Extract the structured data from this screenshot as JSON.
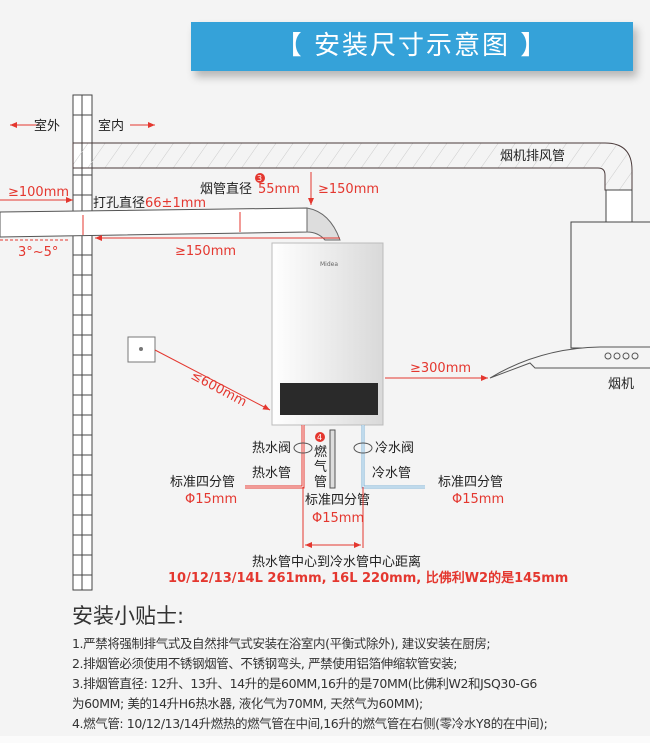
{
  "header": {
    "title": "【 安装尺寸示意图 】"
  },
  "diagram": {
    "outdoor": "室外",
    "indoor": "室内",
    "hood_duct": "烟机排风管",
    "dist_100": "≥100mm",
    "hole_label": "打孔直径",
    "hole_value": "66±1mm",
    "flue_label": "烟管直径",
    "flue_badge": "3",
    "flue_value": "55mm",
    "dist_150_top": "≥150mm",
    "dist_150_side": "≥150mm",
    "angle": "3°~5°",
    "dist_600": "≤600mm",
    "dist_300": "≥300mm",
    "hood_label": "烟机",
    "brand": "Midea",
    "hot_valve": "热水阀",
    "cold_valve": "冷水阀",
    "gas_badge": "4",
    "gas_pipe": [
      "燃",
      "气",
      "管"
    ],
    "hot_pipe": "热水管",
    "cold_pipe": "冷水管",
    "std_pipe": "标准四分管",
    "std_diam": "Φ15mm",
    "center_dist_label": "热水管中心到冷水管中心距离",
    "center_dist_value": "10/12/13/14L  261mm, 16L  220mm, 比佛利W2的是145mm"
  },
  "tips": {
    "title": "安装小贴士:",
    "items": [
      "1.严禁将强制排气式及自然排气式安装在浴室内(平衡式除外), 建议安装在厨房;",
      "2.排烟管必须使用不锈钢烟管、不锈钢弯头, 严禁使用铝箔伸缩软管安装;",
      "3.排烟管直径: 12升、13升、14升的是60MM,16升的是70MM(比佛利W2和JSQ30-G6",
      "为60MM; 美的14升H6热水器, 液化气为70MM, 天然气为60MM);",
      "4.燃气管: 10/12/13/14升燃热的燃气管在中间,16升的燃气管在右侧(零冷水Y8的在中间);"
    ]
  },
  "colors": {
    "accent": "#35a2d9",
    "red": "#e4372f",
    "blue": "#7fb4d8"
  }
}
